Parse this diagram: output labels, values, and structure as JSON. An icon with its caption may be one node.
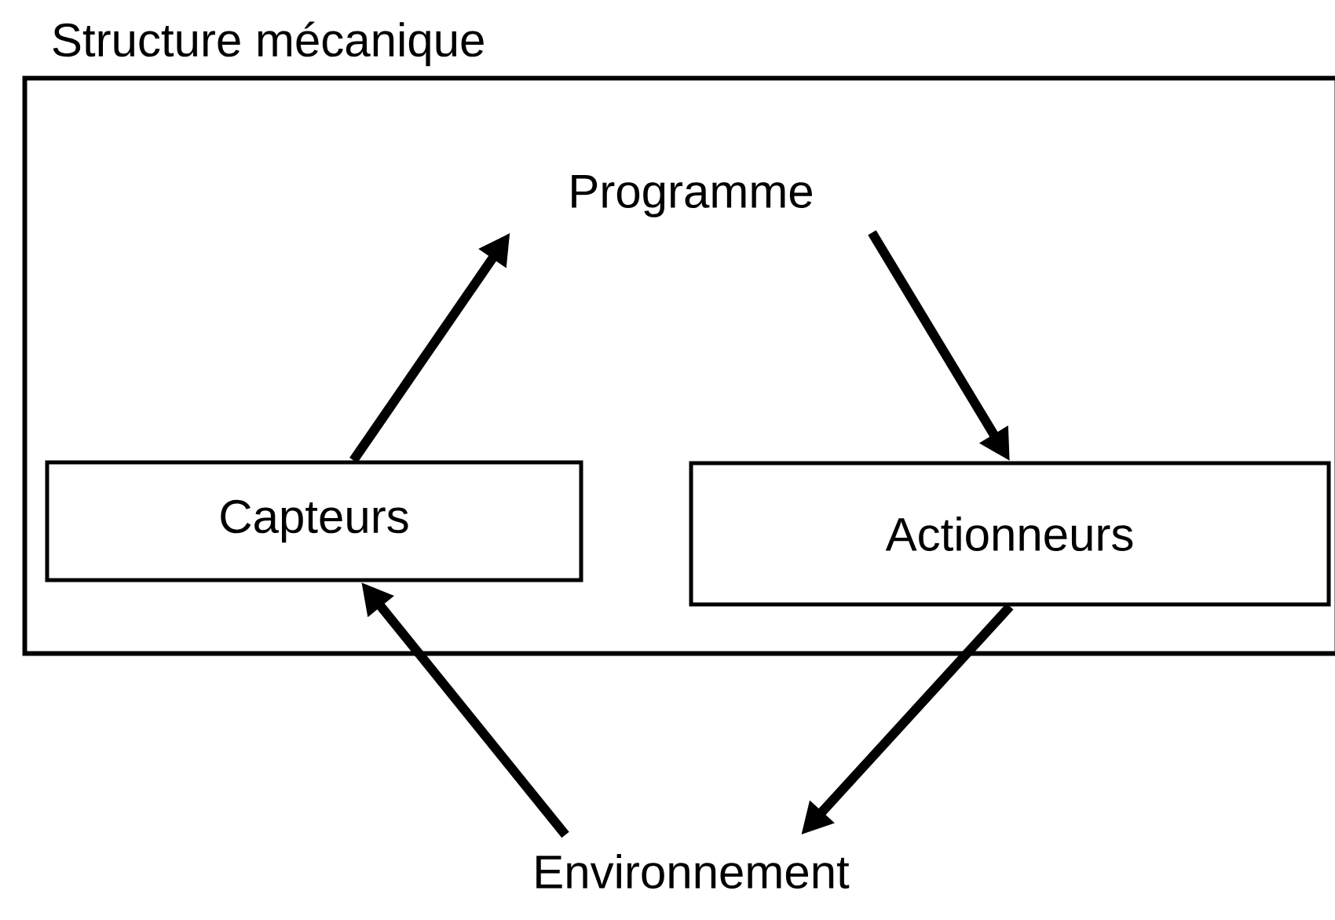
{
  "diagram": {
    "nodes": [
      {
        "text": [
          "Structure mécanique"
        ]
      },
      {
        "text": [
          "Programme"
        ],
        "in": 0
      },
      {
        "text": [
          "Capteurs"
        ],
        "in": 0
      },
      {
        "text": [
          "Actionneurs"
        ],
        "in": 0
      },
      {
        "text": [
          "Environnement"
        ]
      }
    ],
    "edges": [
      {
        "from": 2,
        "to": 1,
        "arrow": "to"
      },
      {
        "from": 1,
        "to": 3,
        "arrow": "to"
      },
      {
        "from": 3,
        "to": 4,
        "arrow": "to"
      },
      {
        "from": 4,
        "to": 2,
        "arrow": "to"
      }
    ]
  }
}
